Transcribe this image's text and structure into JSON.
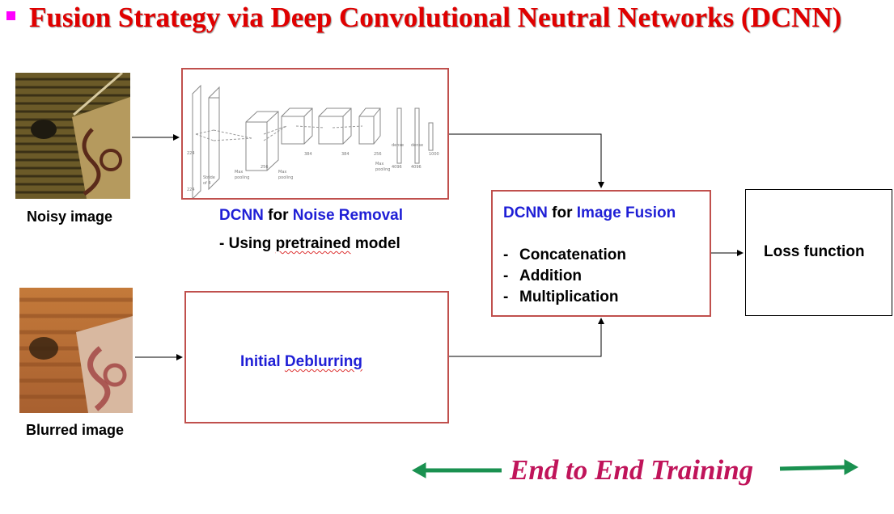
{
  "title": "Fusion Strategy via Deep Convolutional Neutral Networks (DCNN)",
  "inputs": {
    "noisy_caption": "Noisy image",
    "blurred_caption": "Blurred image"
  },
  "noise_removal": {
    "dcnn": "DCNN",
    "for": "for",
    "name": "Noise Removal",
    "note_prefix": "- Using ",
    "note_word": "pretrained",
    "note_suffix": " model"
  },
  "deblurring": {
    "word1": "Initial",
    "word2": "Deblurring"
  },
  "fusion": {
    "dcnn": "DCNN",
    "for": "for",
    "name": "Image Fusion",
    "dash": "-",
    "items": [
      "Concatenation",
      "Addition",
      "Multiplication"
    ]
  },
  "loss": "Loss function",
  "training_label": "End to End Training",
  "colors": {
    "title": "#e00000",
    "bullet": "#ff00ff",
    "box_border": "#c0504d",
    "blue_text": "#1f1fd6",
    "training_text": "#c0145a",
    "training_arrow": "#1a9150"
  }
}
